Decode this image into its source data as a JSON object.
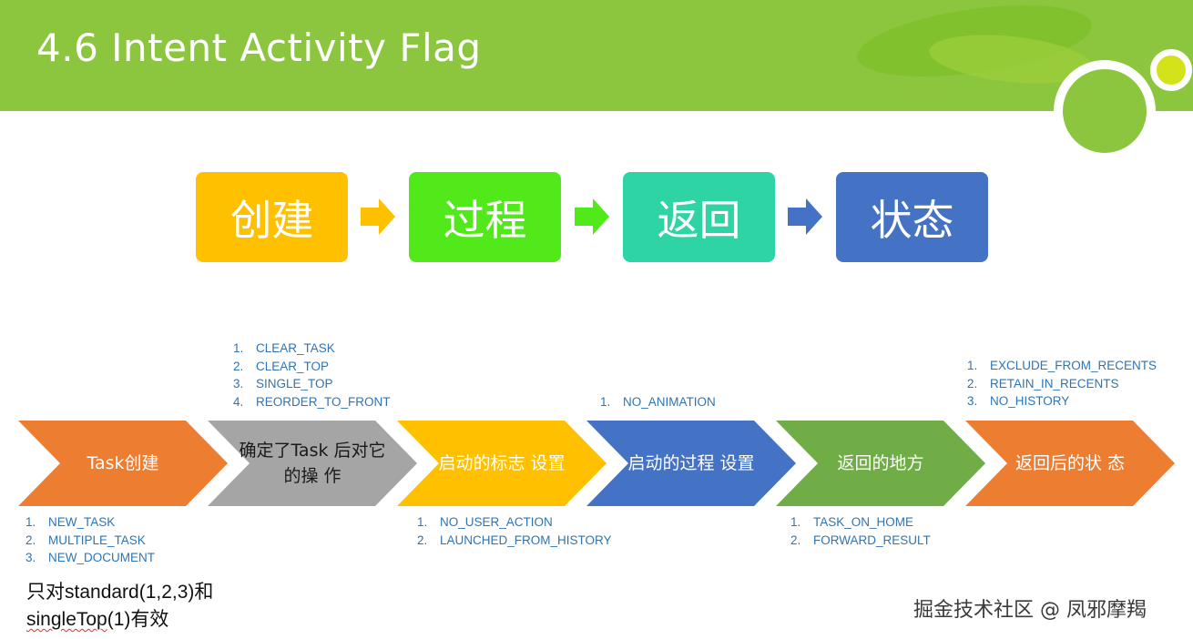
{
  "title": "4.6 Intent Activity Flag",
  "stages": [
    {
      "label": "创建",
      "color": "#ffc000"
    },
    {
      "label": "过程",
      "color": "#52e91a"
    },
    {
      "label": "返回",
      "color": "#2ed4a4"
    },
    {
      "label": "状态",
      "color": "#4472c4"
    }
  ],
  "flow_arrow_colors": [
    "#ffc000",
    "#52e91a",
    "#4472c4"
  ],
  "chevrons": [
    {
      "label": "Task创建",
      "color": "#ed7d31"
    },
    {
      "label": "确定了Task 后对它的操 作",
      "color": "#a5a5a5"
    },
    {
      "label": "启动的标志 设置",
      "color": "#ffc000"
    },
    {
      "label": "启动的过程 设置",
      "color": "#4472c4"
    },
    {
      "label": "返回的地方",
      "color": "#70ad47"
    },
    {
      "label": "返回后的状 态",
      "color": "#ed7d31"
    }
  ],
  "lists": {
    "task_create": [
      "NEW_TASK",
      "MULTIPLE_TASK",
      "NEW_DOCUMENT"
    ],
    "task_ops": [
      "CLEAR_TASK",
      "CLEAR_TOP",
      "SINGLE_TOP",
      "REORDER_TO_FRONT"
    ],
    "launch_flags": [
      "NO_USER_ACTION",
      "LAUNCHED_FROM_HISTORY"
    ],
    "launch_process": [
      "NO_ANIMATION"
    ],
    "return_place": [
      "TASK_ON_HOME",
      "FORWARD_RESULT"
    ],
    "return_state": [
      "EXCLUDE_FROM_RECENTS",
      "RETAIN_IN_RECENTS",
      "NO_HISTORY"
    ]
  },
  "note": {
    "line1": "只对standard(1,2,3)和",
    "line2_word": "singleTop",
    "line2_rest": "(1)有效"
  },
  "watermark": "掘金技术社区 @ 凤邪摩羯"
}
